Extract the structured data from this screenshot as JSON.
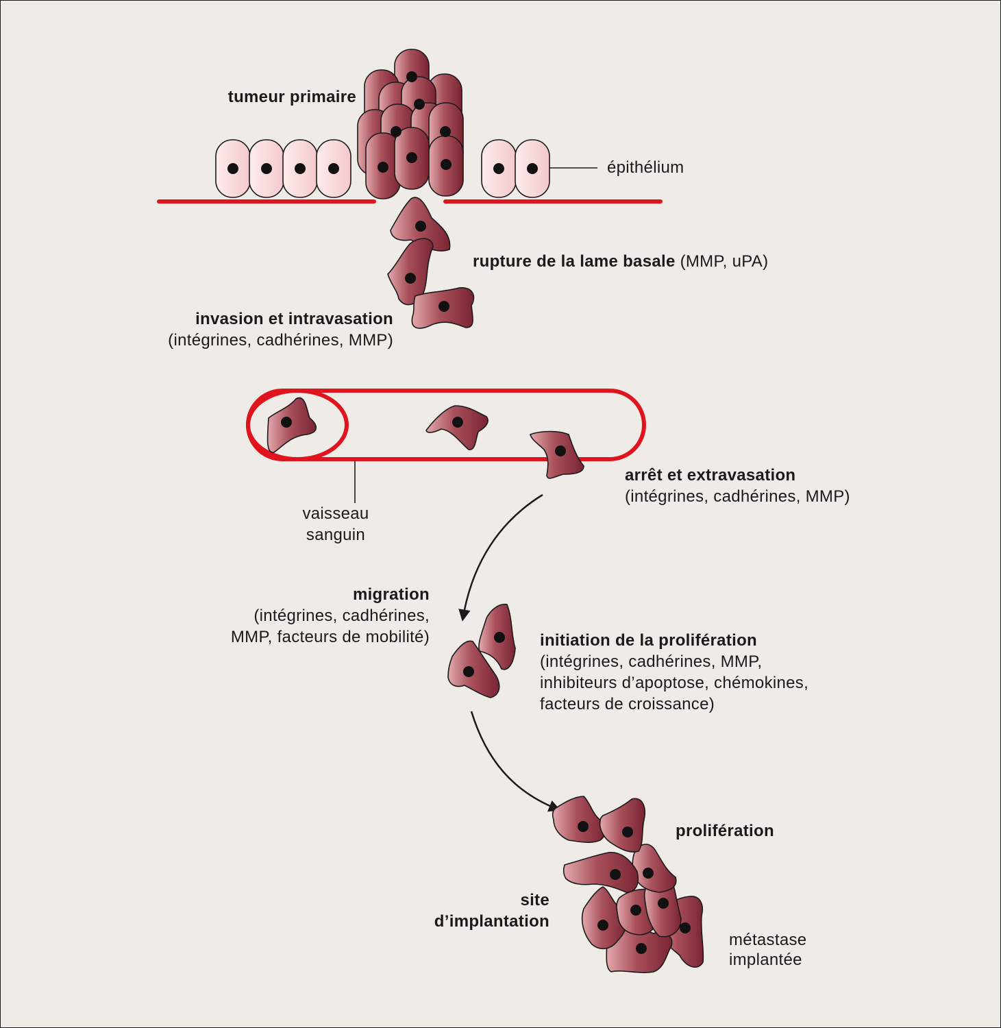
{
  "colors": {
    "background": "#efebe7",
    "basement_membrane": "#e0141e",
    "tumor_cell": "#a04550",
    "epithelial_cell": "#f7d8d8",
    "outline": "#1a1a1a"
  },
  "labels": {
    "primary_tumor": "tumeur primaire",
    "epithelium": "épithélium",
    "basal_rupture_bold": "rupture de la lame basale",
    "basal_rupture_rest": " (MMP, uPA)",
    "invasion_bold": "invasion et intravasation",
    "invasion_detail": "(intégrines, cadhérines, MMP)",
    "vessel_line1": "vaisseau",
    "vessel_line2": "sanguin",
    "arrest_bold": "arrêt et extravasation",
    "arrest_detail": "(intégrines, cadhérines, MMP)",
    "migration_bold": "migration",
    "migration_detail1": "(intégrines, cadhérines,",
    "migration_detail2": "MMP, facteurs de mobilité)",
    "initiation_bold": "initiation de la prolifération",
    "initiation_detail1": "(intégrines, cadhérines, MMP,",
    "initiation_detail2": "inhibiteurs d’apoptose, chémokines,",
    "initiation_detail3": "facteurs de croissance)",
    "proliferation": "prolifération",
    "site_line1": "site",
    "site_line2": "d’implantation",
    "metastasis_line1": "métastase",
    "metastasis_line2": "implantée"
  }
}
